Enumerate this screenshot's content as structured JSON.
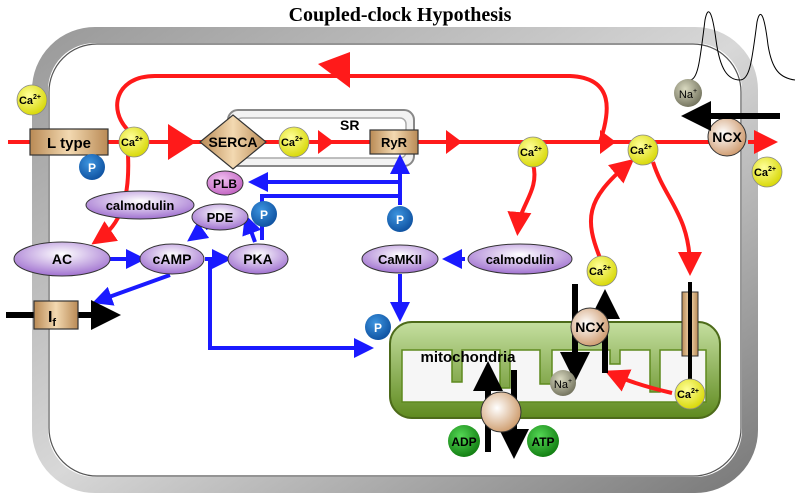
{
  "title": "Coupled-clock Hypothesis",
  "labels": {
    "ltype": "L type",
    "serca": "SERCA",
    "sr": "SR",
    "ryr": "RyR",
    "ncx": "NCX",
    "plb": "PLB",
    "calmodulin": "calmodulin",
    "pde": "PDE",
    "ac": "AC",
    "camp": "cAMP",
    "pka": "PKA",
    "camkii": "CaMKII",
    "if_main": "I",
    "if_sub": "f",
    "mitochondria": "mitochondria",
    "adp": "ADP",
    "atp": "ATP",
    "na": "Na",
    "na_sup": "+",
    "ca": "Ca",
    "ca_sup": "2+",
    "p": "P"
  },
  "colors": {
    "calcium_flux": "#ff1a1a",
    "signaling": "#1a1aff",
    "ca_ion": "#e6e619",
    "phosphate": "#1a6fc4",
    "enzyme": "#a77bd6",
    "channel": "#deb887",
    "mitochondria": "#6b8e23",
    "nucleotide": "#1f9a1f"
  }
}
